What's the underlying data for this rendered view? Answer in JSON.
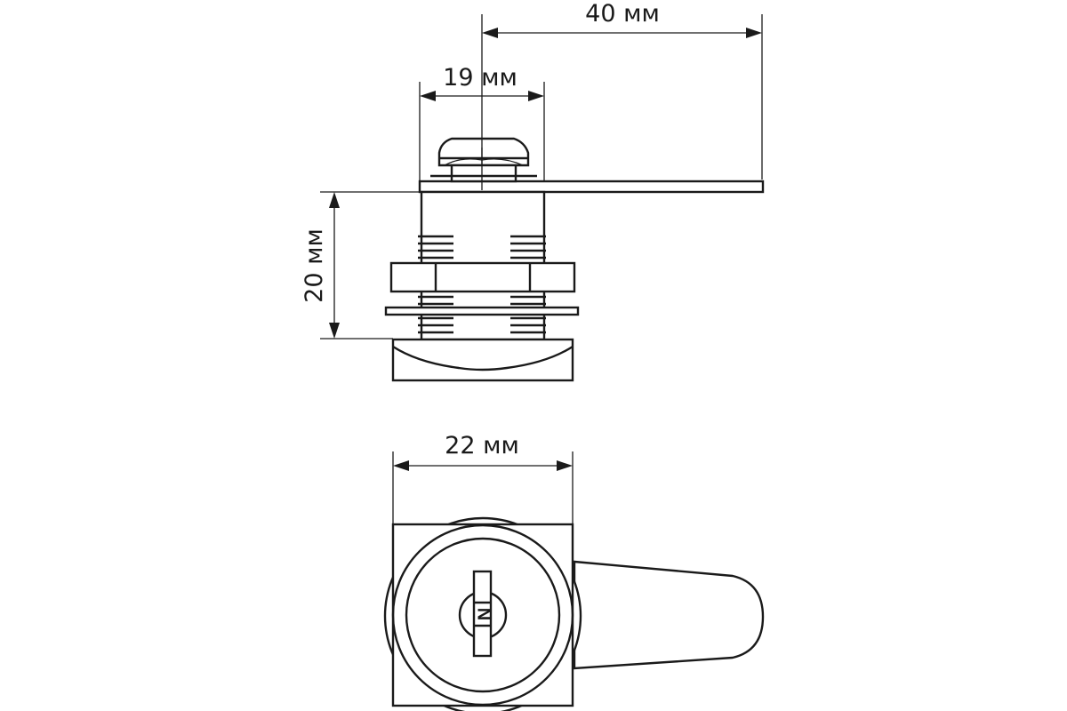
{
  "dimensions": {
    "lever_length": "40 мм",
    "body_width": "19 мм",
    "thread_length": "20 мм",
    "face_width": "22 мм"
  },
  "key_marking": "N",
  "colors": {
    "line": "#1a1a1a",
    "background": "#ffffff"
  }
}
